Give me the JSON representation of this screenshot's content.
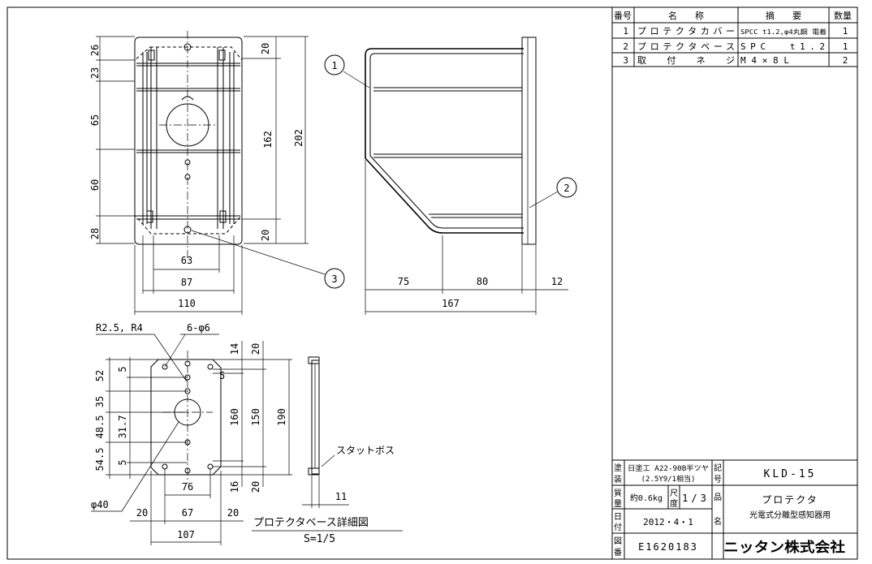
{
  "parts_table": {
    "headers": {
      "no": "番号",
      "name": "名　　称",
      "spec": "摘　　要",
      "qty": "数量"
    },
    "rows": [
      {
        "no": "1",
        "name": "プロテクタカバー",
        "spec": "SPCC t1.2,φ4丸鋼 電着",
        "qty": "1"
      },
      {
        "no": "2",
        "name": "プロテクタベース",
        "spec": "SPC  t1.2",
        "qty": "1"
      },
      {
        "no": "3",
        "name": "取　付　ネ　ジ",
        "spec": "M4×8L",
        "qty": "2"
      }
    ]
  },
  "title_block": {
    "paint_label": "塗装",
    "paint_value_1": "日塗工 A22-90B半ツヤ",
    "paint_value_2": "(2.5Y9/1相当)",
    "code_label": "記号",
    "code_value": "KLD-15",
    "weight_label": "質量",
    "weight_value": "約0.6kg",
    "scale_label": "尺度",
    "scale_value": "1/3",
    "product_label": "品名",
    "product_line1": "プロテクタ",
    "product_line2": "光電式分離型感知器用",
    "date_label": "日付",
    "date_value": "2012・4・1",
    "drawing_no_label": "図番",
    "drawing_no_value": "E1620183",
    "company": "ニッタン株式会社"
  },
  "front_view": {
    "left_dims": [
      "26",
      "23",
      "65",
      "60",
      "28"
    ],
    "right_dims": [
      "20",
      "162",
      "202",
      "20"
    ],
    "bottom_dims": [
      "63",
      "87",
      "110"
    ]
  },
  "side_view": {
    "balloons": [
      "1",
      "2",
      "3"
    ],
    "bottom_dims": [
      "75",
      "80",
      "12",
      "167"
    ]
  },
  "base_detail": {
    "note_radius": "R2.5, R4",
    "note_holes": "6-φ6",
    "left_dims": [
      "52",
      "5",
      "35",
      "48.5",
      "31.7",
      "54.5",
      "5"
    ],
    "right_dims": [
      "14",
      "20",
      "5",
      "160",
      "150",
      "190",
      "16",
      "20"
    ],
    "hole_dia": "φ40",
    "bottom_dims": [
      "76",
      "20",
      "67",
      "20",
      "107"
    ],
    "side_dim": "11",
    "stud_label": "スタットボス",
    "title": "プロテクタベース詳細図",
    "scale": "S=1/5"
  }
}
